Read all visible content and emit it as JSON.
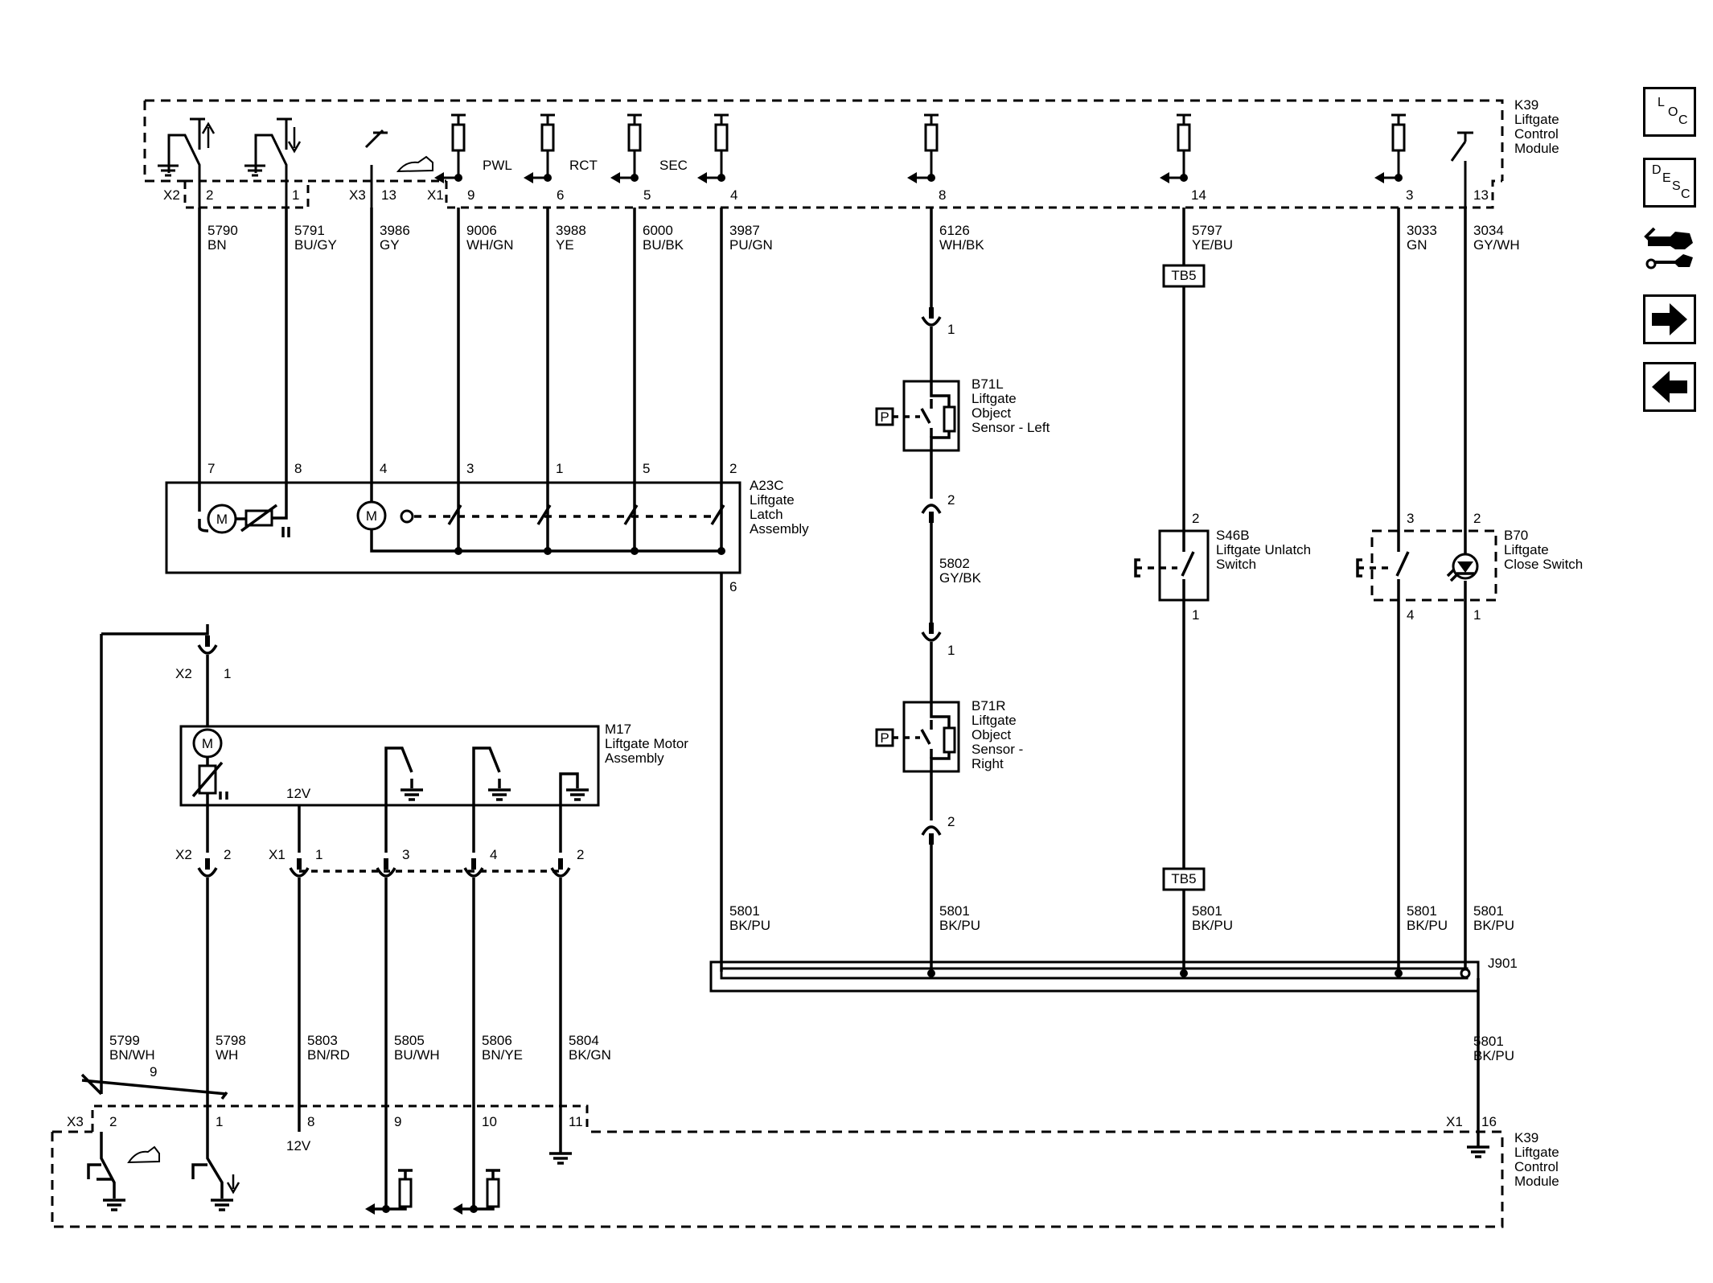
{
  "module_top": {
    "id": "K39",
    "name_lines": [
      "Liftgate",
      "Control",
      "Module"
    ]
  },
  "module_bottom": {
    "id": "K39",
    "name_lines": [
      "Liftgate",
      "Control",
      "Module"
    ]
  },
  "top_connectors": {
    "x2": "X2",
    "x3": "X3",
    "x1": "X1",
    "pin2": "2",
    "pin1": "1",
    "pin13a": "13",
    "pin9": "9",
    "pin6": "6",
    "pin5": "5",
    "pin4": "4",
    "pin8": "8",
    "pin14": "14",
    "pin3": "3",
    "pin13b": "13"
  },
  "top_labels": {
    "pwl": "PWL",
    "rct": "RCT",
    "sec": "SEC"
  },
  "top_wires": [
    {
      "circuit": "5790",
      "color": "BN"
    },
    {
      "circuit": "5791",
      "color": "BU/GY"
    },
    {
      "circuit": "3986",
      "color": "GY"
    },
    {
      "circuit": "9006",
      "color": "WH/GN"
    },
    {
      "circuit": "3988",
      "color": "YE"
    },
    {
      "circuit": "6000",
      "color": "BU/BK"
    },
    {
      "circuit": "3987",
      "color": "PU/GN"
    },
    {
      "circuit": "6126",
      "color": "WH/BK"
    },
    {
      "circuit": "5797",
      "color": "YE/BU"
    },
    {
      "circuit": "3033",
      "color": "GN"
    },
    {
      "circuit": "3034",
      "color": "GY/WH"
    }
  ],
  "latch": {
    "id": "A23C",
    "name_lines": [
      "Liftgate",
      "Latch",
      "Assembly"
    ],
    "pins": [
      "7",
      "8",
      "4",
      "3",
      "1",
      "5",
      "2"
    ],
    "pin_bottom": "6",
    "motor": "M"
  },
  "sensor_left": {
    "id": "B71L",
    "name_lines": [
      "Liftgate",
      "Object",
      "Sensor - Left"
    ],
    "pin_top": "1",
    "pin_bottom": "2",
    "p": "P"
  },
  "sensor_right": {
    "id": "B71R",
    "name_lines": [
      "Liftgate",
      "Object",
      "Sensor -",
      "Right"
    ],
    "pin_top": "1",
    "pin_bottom": "2",
    "p": "P"
  },
  "mid_wire": {
    "circuit": "5802",
    "color": "GY/BK"
  },
  "unlatch_switch": {
    "id": "S46B",
    "name_lines": [
      "Liftgate Unlatch",
      "Switch"
    ],
    "pin_top": "2",
    "pin_bottom": "1"
  },
  "close_switch": {
    "id": "B70",
    "name_lines": [
      "Liftgate",
      "Close Switch"
    ],
    "pins_top": [
      "3",
      "2"
    ],
    "pins_bottom": [
      "4",
      "1"
    ]
  },
  "tb5_top": "TB5",
  "tb5_bottom": "TB5",
  "ground_wires": [
    {
      "circuit": "5801",
      "color": "BK/PU"
    },
    {
      "circuit": "5801",
      "color": "BK/PU"
    },
    {
      "circuit": "5801",
      "color": "BK/PU"
    },
    {
      "circuit": "5801",
      "color": "BK/PU"
    },
    {
      "circuit": "5801",
      "color": "BK/PU"
    }
  ],
  "splice": "J901",
  "splice_out": {
    "circuit": "5801",
    "color": "BK/PU"
  },
  "motor_assy": {
    "id": "M17",
    "name_lines": [
      "Liftgate Motor",
      "Assembly"
    ],
    "voltage": "12V",
    "motor": "M"
  },
  "motor_connectors": {
    "x2a": "X2",
    "pin1": "1",
    "x2b": "X2",
    "pin2": "2",
    "x1": "X1",
    "p1": "1",
    "p3": "3",
    "p4": "4",
    "p2": "2"
  },
  "bottom_wires": [
    {
      "circuit": "5799",
      "color": "BN/WH"
    },
    {
      "circuit": "5798",
      "color": "WH"
    },
    {
      "circuit": "5803",
      "color": "BN/RD"
    },
    {
      "circuit": "5805",
      "color": "BU/WH"
    },
    {
      "circuit": "5806",
      "color": "BN/YE"
    },
    {
      "circuit": "5804",
      "color": "BK/GN"
    }
  ],
  "bottom_connectors": {
    "x3": "X3",
    "pin2": "2",
    "pin1": "1",
    "pin8": "8",
    "pin9": "9",
    "pin10": "10",
    "pin11": "11",
    "x1": "X1",
    "pin16": "16",
    "cross_pin": "9",
    "v12": "12V"
  },
  "nav": {
    "loc": [
      "L",
      "O",
      "C"
    ],
    "desc": [
      "D",
      "E",
      "S",
      "C"
    ]
  }
}
